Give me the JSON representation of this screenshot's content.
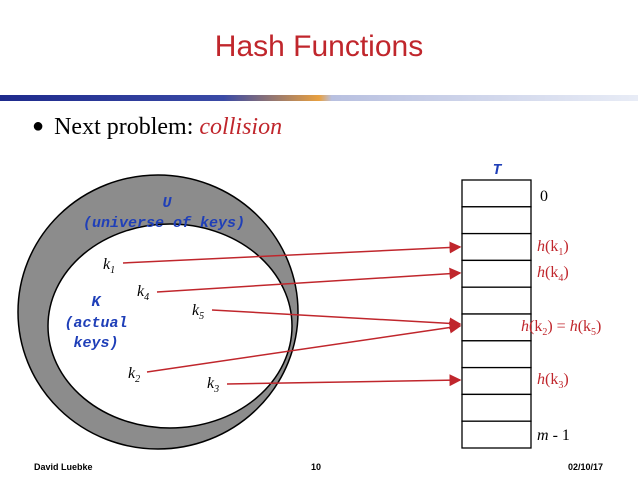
{
  "slide": {
    "title": "Hash Functions",
    "bullet_prefix": "Next problem: ",
    "bullet_emphasis": "collision"
  },
  "diagram": {
    "universe_label_1": "U",
    "universe_label_2": "(universe of keys)",
    "set_label_1": "K",
    "set_label_2": "(actual",
    "set_label_3": "keys)",
    "table_label": "T",
    "keys": [
      {
        "base": "k",
        "sub": "1"
      },
      {
        "base": "k",
        "sub": "4"
      },
      {
        "base": "k",
        "sub": "5"
      },
      {
        "base": "k",
        "sub": "2"
      },
      {
        "base": "k",
        "sub": "3"
      }
    ],
    "slot_labels": {
      "first": "0",
      "last": "m - 1",
      "hk1_fn": "h",
      "hk1_a": "(k",
      "hk1_sub": "1",
      "hk1_b": ")",
      "hk4_fn": "h",
      "hk4_a": "(k",
      "hk4_sub": "4",
      "hk4_b": ")",
      "hk25_fn1": "h",
      "hk25_a": "(k",
      "hk25_sub1": "2",
      "hk25_b": ") = ",
      "hk25_fn2": "h",
      "hk25_c": "(k",
      "hk25_sub2": "5",
      "hk25_d": ")",
      "hk3_fn": "h",
      "hk3_a": "(k",
      "hk3_sub": "3",
      "hk3_b": ")"
    }
  },
  "footer": {
    "author": "David Luebke",
    "page": "10",
    "date": "02/10/17"
  },
  "colors": {
    "accent": "#c0262c",
    "outer_ring": "#8c8c8c",
    "label_blue": "#1f3fb8"
  }
}
